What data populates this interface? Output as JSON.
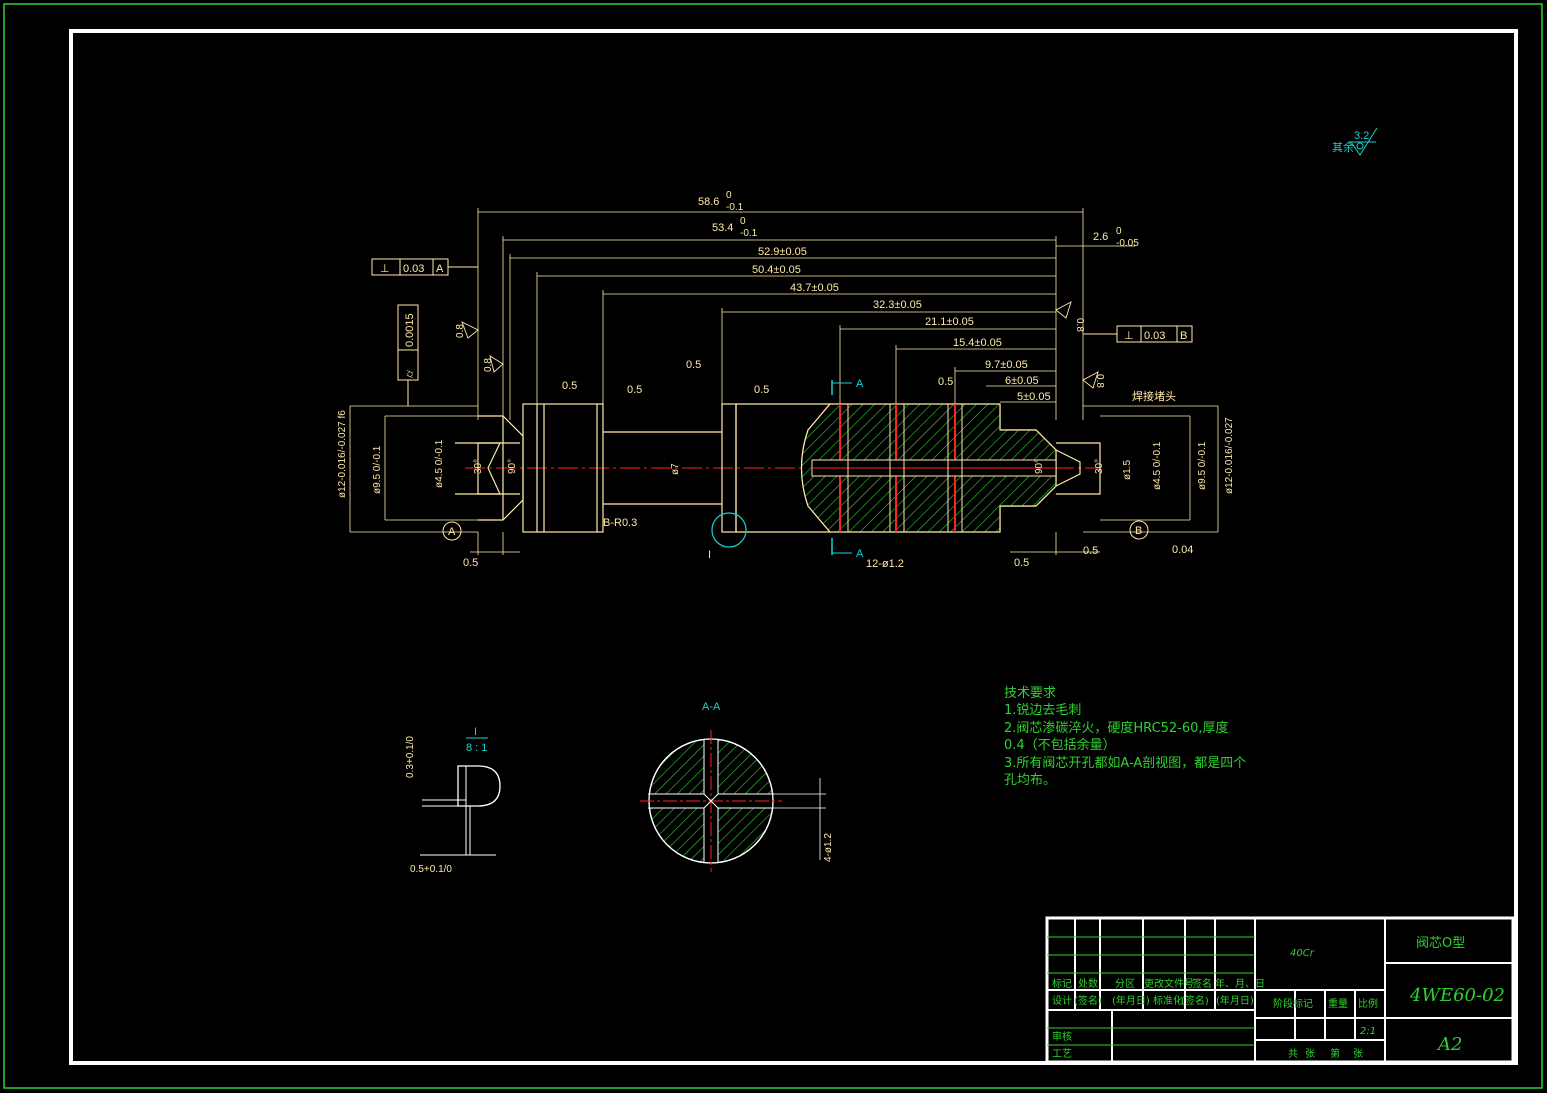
{
  "roughness_note": {
    "label": "其余",
    "value": "3.2"
  },
  "dimensions": {
    "top": [
      "58.6",
      "53.4",
      "52.9±0.05",
      "50.4±0.05",
      "43.7±0.05",
      "32.3±0.05",
      "21.1±0.05",
      "15.4±0.05",
      "9.7±0.05",
      "6±0.05",
      "5±0.05"
    ],
    "tol_58": {
      "upper": "0",
      "lower": "-0.1"
    },
    "tol_53": {
      "upper": "0",
      "lower": "-0.1"
    },
    "right_len": {
      "value": "2.6",
      "upper": "0",
      "lower": "-0.05"
    },
    "small": [
      "0.5",
      "0.5",
      "0.5",
      "0.5",
      "0.5",
      "0.5",
      "0.5",
      "0.5"
    ],
    "radius": "B-R0.3",
    "holes": "12-ø1.2",
    "dia7": "ø7",
    "dia12_left": "ø12-0.016/-0.027 f6",
    "dia95_left": "ø9.5 0/-0.1",
    "dia45_left": "ø4.5 0/-0.1",
    "dia15": "ø1.5",
    "dia45_right": "ø4.5 0/-0.1",
    "dia95_right": "ø9.5 0/-0.1",
    "dia12_right": "ø12-0.016/-0.027",
    "angles": [
      "30°",
      "90°",
      "90°",
      "30°"
    ],
    "roughness": [
      "0.8",
      "0.8",
      "0.8",
      "0.8"
    ],
    "runout": "0.04",
    "weld_note": "焊接堵头",
    "detail_mark": "I"
  },
  "gdt": {
    "left": {
      "symbol": "⊥",
      "value": "0.03",
      "datum": "A"
    },
    "right": {
      "symbol": "⊥",
      "value": "0.03",
      "datum": "B"
    },
    "cyl": {
      "symbol": "⌭",
      "value": "0.0015"
    }
  },
  "datums": [
    "A",
    "B"
  ],
  "section_marks": [
    "A",
    "A"
  ],
  "detail_view": {
    "label": "I",
    "scale": "8 : 1",
    "dim1": "0.3+0.1/0",
    "dim2": "0.5+0.1/0"
  },
  "section_view": {
    "title": "A-A",
    "holes": "4-ø1.2"
  },
  "tech_requirements": {
    "title": "技术要求",
    "lines": [
      "1.锐边去毛刺",
      "2.阀芯渗碳淬火，硬度HRC52-60,厚度",
      "0.4（不包括余量）",
      "3.所有阀芯开孔都如A-A剖视图，都是四个",
      "孔均布。"
    ]
  },
  "title_block": {
    "material": "40Cr",
    "part_name": "阀芯O型",
    "drawing_no": "4WE60-02",
    "scale": "2:1",
    "sheet": "A2",
    "headers": [
      "标记",
      "处数",
      "分区",
      "更改文件号",
      "签名",
      "年、月、日"
    ],
    "row2": [
      "设计",
      "(签名)",
      "(年月日)",
      "标准化",
      "(签名)",
      "(年月日)"
    ],
    "stage": "阶段标记",
    "weight": "重量",
    "ratio": "比例",
    "review": "审核",
    "process": "工艺",
    "sheets": [
      "共",
      "张",
      "第",
      "张"
    ]
  },
  "colors": {
    "frame": "#ffffff",
    "outer": "#2fd12f",
    "dim": "#ffe9a8",
    "hatch": "#2fd12f",
    "center": "#ff2020",
    "cyan": "#19d3d3"
  }
}
